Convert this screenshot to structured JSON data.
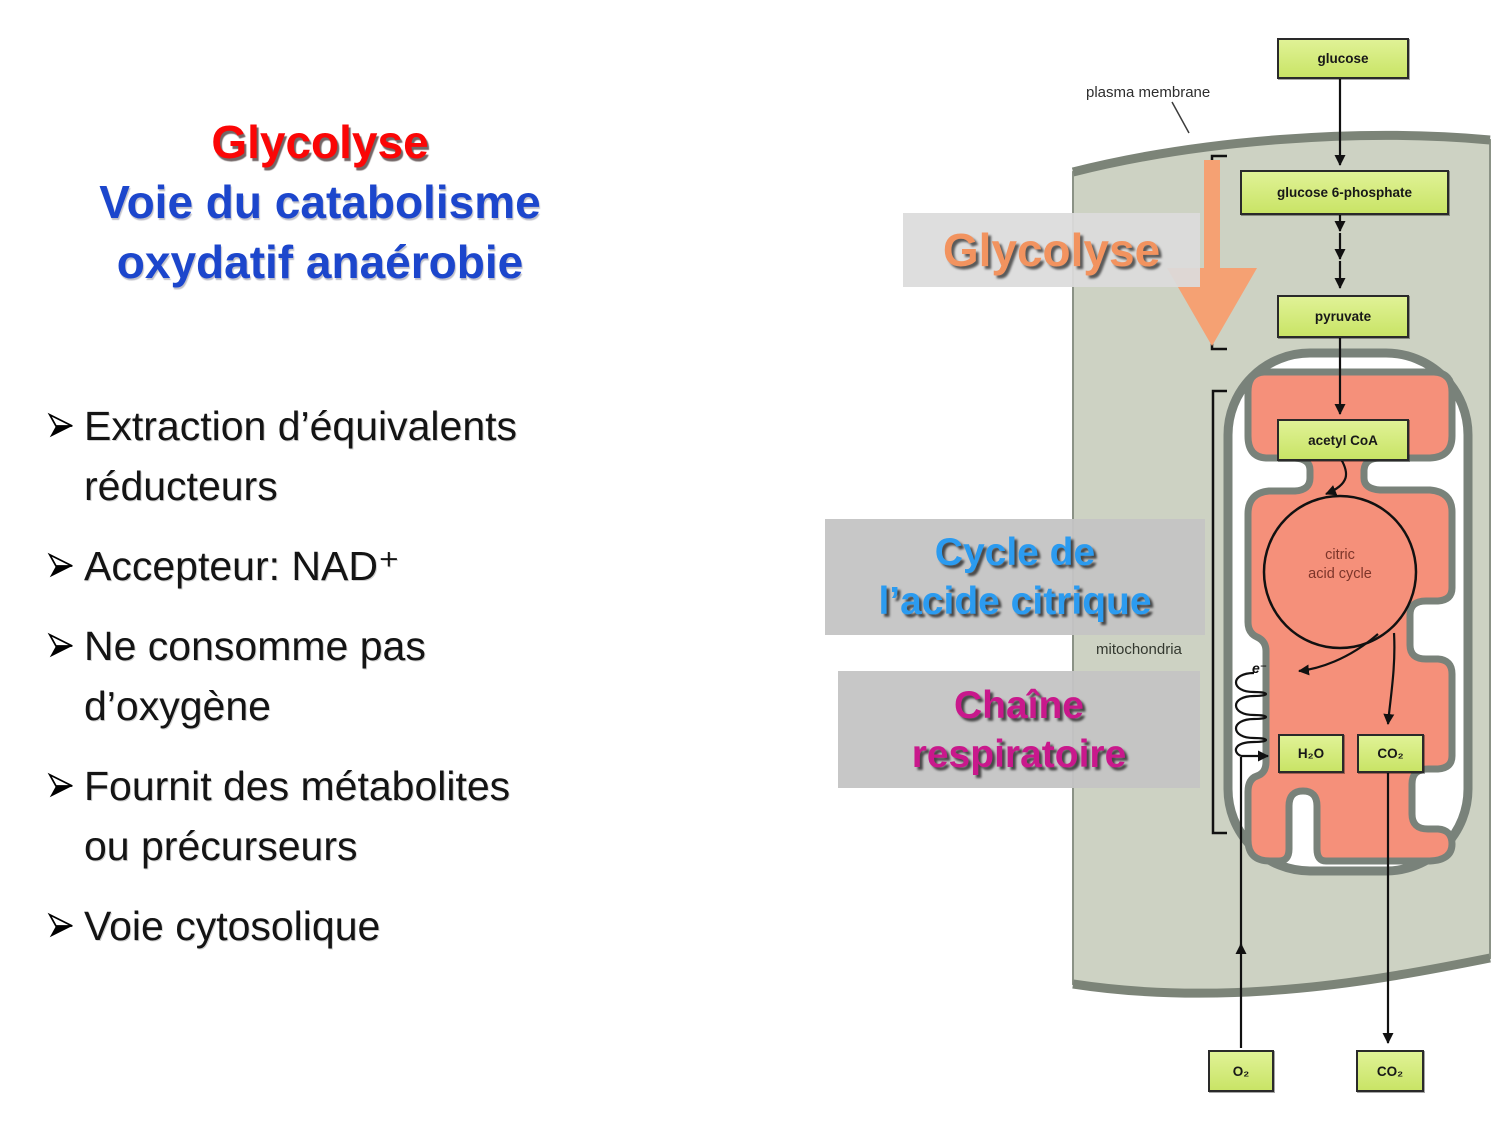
{
  "slide": {
    "title": "Glycolyse",
    "subtitle": "Voie du catabolisme\noxydatif anaérobie",
    "bullets": [
      {
        "text": "Extraction d’équivalents\nréducteurs"
      },
      {
        "text": "Accepteur: NAD⁺"
      },
      {
        "text": "Ne consomme pas\nd’oxygène"
      },
      {
        "text": "Fournit des métabolites\nou précurseurs"
      },
      {
        "text": "Voie cytosolique"
      }
    ]
  },
  "diagram": {
    "labels": {
      "plasma_membrane": "plasma membrane",
      "mitochondria": "mitochondria",
      "citric_acid_cycle": "citric\nacid cycle",
      "electron": "e⁻"
    },
    "boxes": {
      "glucose": "glucose",
      "glucose6p": "glucose 6-phosphate",
      "pyruvate": "pyruvate",
      "acetyl_coa": "acetyl CoA",
      "h2o": "H₂O",
      "co2_inner": "CO₂",
      "o2_bottom": "O₂",
      "co2_bottom": "CO₂"
    },
    "overlays": {
      "glycolysis": "Glycolyse",
      "citric_cycle": "Cycle de\nl’acide citrique",
      "respiratory_chain": "Chaîne\nrespiratoire"
    },
    "colors": {
      "cell_fill": "#cdd2c3",
      "membrane_gray": "#7c8478",
      "matrix_salmon": "#f5907a",
      "box_green": "#d5ec7e",
      "arrow_orange": "#f5a173",
      "glycolysis_text": "#f2935f",
      "citric_text": "#2b9bf0",
      "respiratory_text": "#c9188c",
      "title_red": "#fb0606",
      "title_blue": "#1c46cc"
    }
  }
}
